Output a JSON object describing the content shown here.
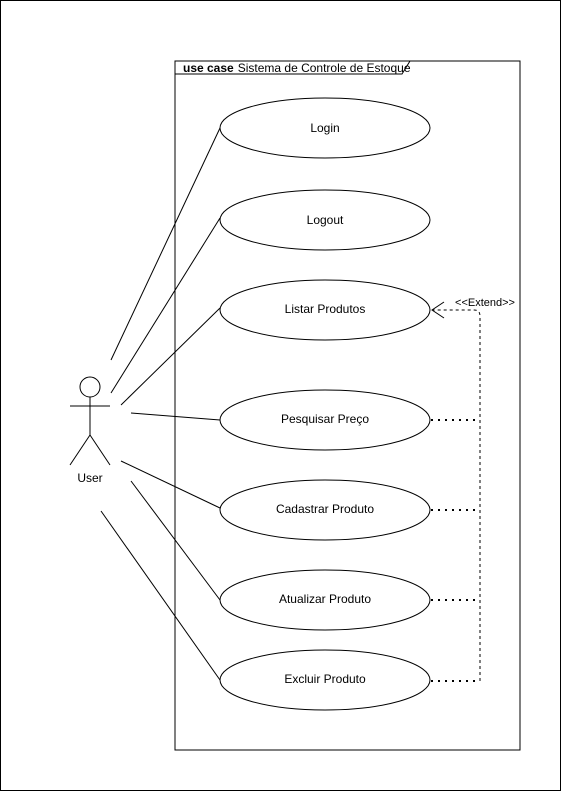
{
  "frame": {
    "keyword": "use case",
    "title": "Sistema de Controle de Estoque"
  },
  "actor": {
    "label": "User"
  },
  "use_cases": [
    {
      "id": "login",
      "label": "Login"
    },
    {
      "id": "logout",
      "label": "Logout"
    },
    {
      "id": "listar-produtos",
      "label": "Listar Produtos"
    },
    {
      "id": "pesquisar-preco",
      "label": "Pesquisar Preço"
    },
    {
      "id": "cadastrar-produto",
      "label": "Cadastrar Produto"
    },
    {
      "id": "atualizar-produto",
      "label": "Atualizar Produto"
    },
    {
      "id": "excluir-produto",
      "label": "Excluir Produto"
    }
  ],
  "extend": {
    "label": "<<Extend>>",
    "target": "listar-produtos",
    "sources": [
      "pesquisar-preco",
      "cadastrar-produto",
      "atualizar-produto",
      "excluir-produto"
    ]
  }
}
